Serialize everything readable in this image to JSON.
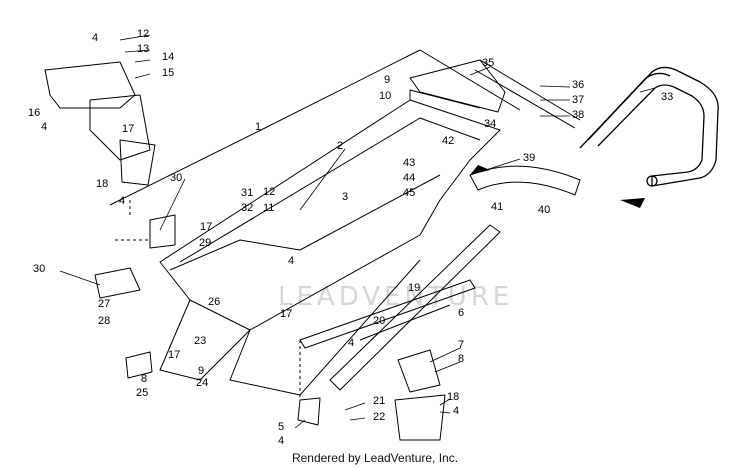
{
  "footer": {
    "credit": "Rendered by LeadVenture, Inc."
  },
  "watermark": {
    "text": "LEADVENTURE",
    "color": "#d9d9d9"
  },
  "callouts": [
    {
      "id": "c1",
      "label": "1"
    },
    {
      "id": "c2",
      "label": "2"
    },
    {
      "id": "c3",
      "label": "3"
    },
    {
      "id": "c4a",
      "label": "4"
    },
    {
      "id": "c4b",
      "label": "4"
    },
    {
      "id": "c4c",
      "label": "4"
    },
    {
      "id": "c4d",
      "label": "4"
    },
    {
      "id": "c4e",
      "label": "4"
    },
    {
      "id": "c4f",
      "label": "4"
    },
    {
      "id": "c4g",
      "label": "4"
    },
    {
      "id": "c5",
      "label": "5"
    },
    {
      "id": "c6",
      "label": "6"
    },
    {
      "id": "c7",
      "label": "7"
    },
    {
      "id": "c8a",
      "label": "8"
    },
    {
      "id": "c8b",
      "label": "8"
    },
    {
      "id": "c9a",
      "label": "9"
    },
    {
      "id": "c9b",
      "label": "9"
    },
    {
      "id": "c10",
      "label": "10"
    },
    {
      "id": "c11",
      "label": "11"
    },
    {
      "id": "c12a",
      "label": "12"
    },
    {
      "id": "c12b",
      "label": "12"
    },
    {
      "id": "c13",
      "label": "13"
    },
    {
      "id": "c14",
      "label": "14"
    },
    {
      "id": "c15",
      "label": "15"
    },
    {
      "id": "c16",
      "label": "16"
    },
    {
      "id": "c17a",
      "label": "17"
    },
    {
      "id": "c17b",
      "label": "17"
    },
    {
      "id": "c17c",
      "label": "17"
    },
    {
      "id": "c17d",
      "label": "17"
    },
    {
      "id": "c18a",
      "label": "18"
    },
    {
      "id": "c18b",
      "label": "18"
    },
    {
      "id": "c19",
      "label": "19"
    },
    {
      "id": "c20",
      "label": "20"
    },
    {
      "id": "c21",
      "label": "21"
    },
    {
      "id": "c22",
      "label": "22"
    },
    {
      "id": "c23",
      "label": "23"
    },
    {
      "id": "c24",
      "label": "24"
    },
    {
      "id": "c25",
      "label": "25"
    },
    {
      "id": "c26",
      "label": "26"
    },
    {
      "id": "c27",
      "label": "27"
    },
    {
      "id": "c28",
      "label": "28"
    },
    {
      "id": "c29",
      "label": "29"
    },
    {
      "id": "c30a",
      "label": "30"
    },
    {
      "id": "c30b",
      "label": "30"
    },
    {
      "id": "c31",
      "label": "31"
    },
    {
      "id": "c32",
      "label": "32"
    },
    {
      "id": "c33",
      "label": "33"
    },
    {
      "id": "c34",
      "label": "34"
    },
    {
      "id": "c35",
      "label": "35"
    },
    {
      "id": "c36",
      "label": "36"
    },
    {
      "id": "c37",
      "label": "37"
    },
    {
      "id": "c38",
      "label": "38"
    },
    {
      "id": "c39",
      "label": "39"
    },
    {
      "id": "c40",
      "label": "40"
    },
    {
      "id": "c41",
      "label": "41"
    },
    {
      "id": "c42",
      "label": "42"
    },
    {
      "id": "c43",
      "label": "43"
    },
    {
      "id": "c44",
      "label": "44"
    },
    {
      "id": "c45",
      "label": "45"
    }
  ]
}
